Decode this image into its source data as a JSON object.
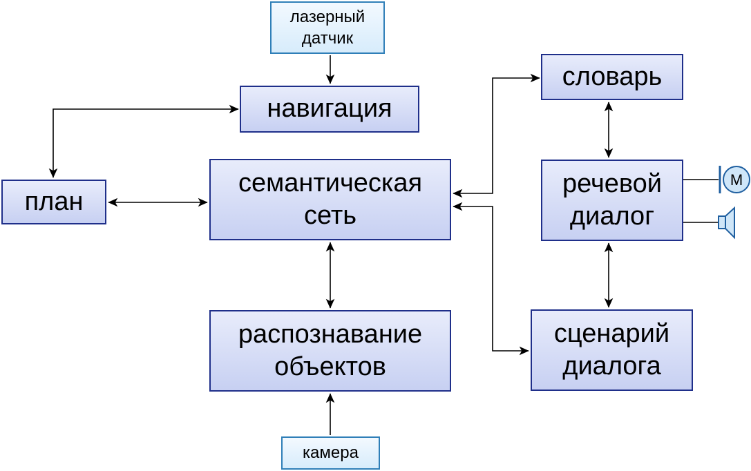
{
  "boxes": {
    "laser_sensor": "лазерный\nдатчик",
    "navigation": "навигация",
    "plan": "план",
    "semantic_network": "семантическая\nсеть",
    "object_recognition": "распознавание\nобъектов",
    "camera": "камера",
    "dictionary": "словарь",
    "speech_dialog": "речевой\nдиалог",
    "dialog_script": "сценарий\nдиалога"
  },
  "icons": {
    "microphone_letter": "М",
    "microphone": "microphone-icon",
    "speaker": "speaker-icon"
  },
  "colors": {
    "box_border": "#1f2f8a",
    "box_fill_top": "#e8ecfb",
    "box_fill_bottom": "#c7d0f2",
    "sensor_border": "#2f7fb8",
    "sensor_fill": "#d7ecfb",
    "arrow": "#000000",
    "icon_stroke": "#1f5fa0",
    "icon_fill": "#cfe6f8"
  }
}
